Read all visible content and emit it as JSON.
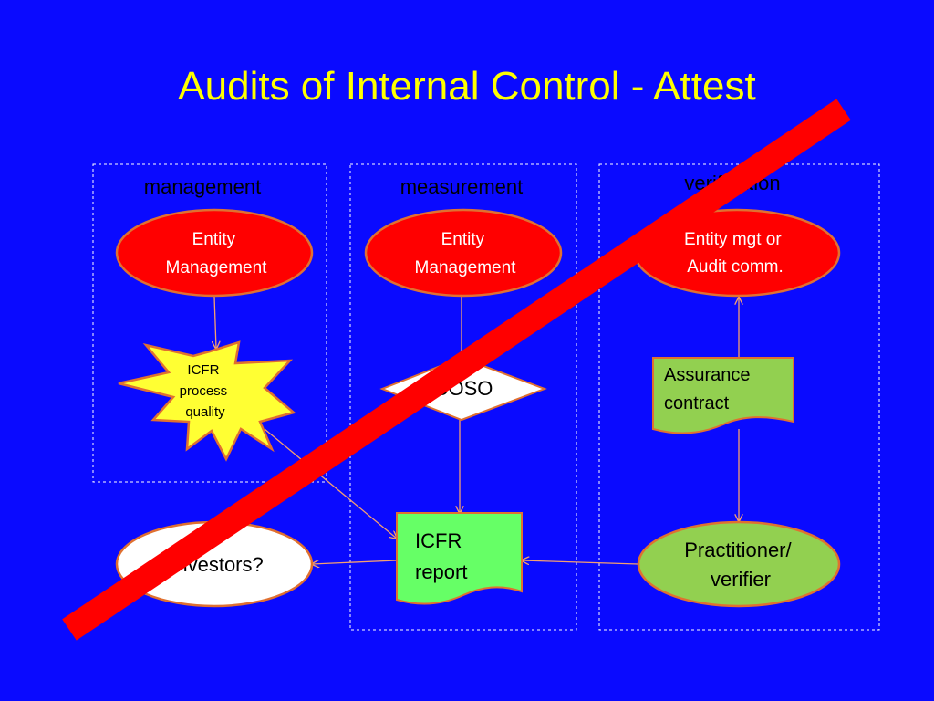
{
  "title": "Audits of Internal Control - Attest",
  "columns": {
    "left": "management",
    "middle": "measurement",
    "right": "verification"
  },
  "nodes": {
    "entity_mgmt_left": [
      "Entity",
      "Management"
    ],
    "entity_mgmt_middle": [
      "Entity",
      "Management"
    ],
    "entity_mgt_audit": [
      "Entity mgt or",
      "Audit comm."
    ],
    "icfr_process_quality": [
      "ICFR",
      "process",
      "quality"
    ],
    "coso": "COSO",
    "assurance_contract": [
      "Assurance",
      "contract"
    ],
    "icfr_report": [
      "ICFR",
      "report"
    ],
    "investors": "Investors?",
    "practitioner": [
      "Practitioner/",
      "verifier"
    ]
  },
  "colors": {
    "background": "#0a0aff",
    "title": "#ffff00",
    "red_node": "#ff0000",
    "green_node": "#92d050",
    "report_green": "#66ff66",
    "burst_yellow": "#ffff33",
    "strike": "#ff0000"
  }
}
